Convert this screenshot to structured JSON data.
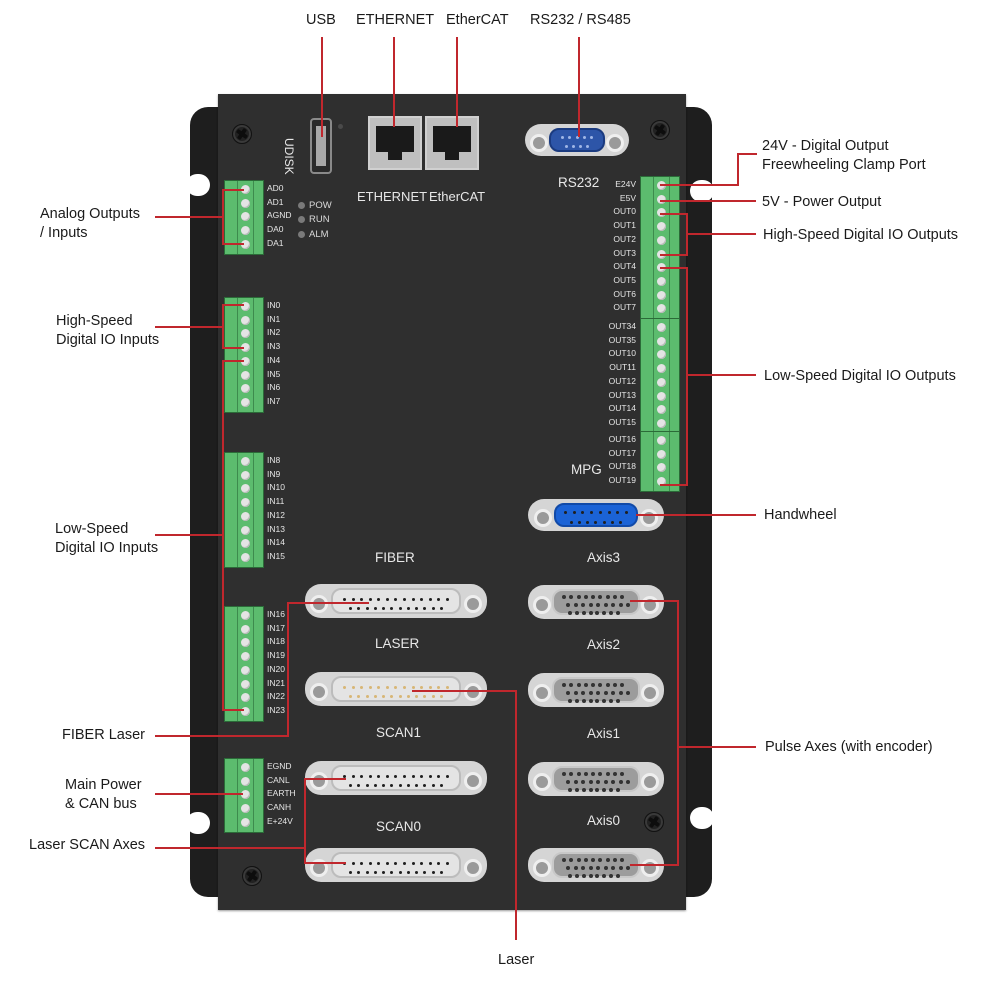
{
  "title": "Controller Interface Layout",
  "colors": {
    "panel": "#2f2f2f",
    "backplate": "#1e1e1e",
    "terminal_green": "#5cbc6e",
    "leader_line": "#c0272d",
    "rs232_blue": "#2d55a8",
    "handwheel_blue": "#1b63d6"
  },
  "top_callouts": {
    "usb": "USB",
    "ethernet": "ETHERNET",
    "ethercat": "EtherCAT",
    "rs232_485": "RS232 / RS485"
  },
  "left_callouts": {
    "analog_line1": "Analog Outputs",
    "analog_line2": "/ Inputs",
    "hs_in_line1": "High-Speed",
    "hs_in_line2": "Digital IO Inputs",
    "ls_in_line1": "Low-Speed",
    "ls_in_line2": "Digital IO Inputs",
    "fiber_laser": "FIBER Laser",
    "power_line1": "Main Power",
    "power_line2": "& CAN bus",
    "scan_axes": "Laser SCAN Axes"
  },
  "right_callouts": {
    "e24v_line1": "24V - Digital Output",
    "e24v_line2": "Freewheeling Clamp Port",
    "e5v": "5V - Power Output",
    "hs_out": "High-Speed Digital IO Outputs",
    "ls_out": "Low-Speed Digital IO Outputs",
    "handwheel": "Handwheel",
    "pulse_axes": "Pulse Axes (with encoder)"
  },
  "bottom_callouts": {
    "laser": "Laser"
  },
  "panel_labels": {
    "udisk": "UDISK",
    "ethernet": "ETHERNET",
    "ethercat": "EtherCAT",
    "rs232": "RS232",
    "mpg": "MPG",
    "fiber": "FIBER",
    "laser": "LASER",
    "scan1": "SCAN1",
    "scan0": "SCAN0",
    "axis3": "Axis3",
    "axis2": "Axis2",
    "axis1": "Axis1",
    "axis0": "Axis0"
  },
  "leds": [
    "POW",
    "RUN",
    "ALM"
  ],
  "terminals": {
    "analog": [
      "AD0",
      "AD1",
      "AGND",
      "DA0",
      "DA1"
    ],
    "inputs_0_7": [
      "IN0",
      "IN1",
      "IN2",
      "IN3",
      "IN4",
      "IN5",
      "IN6",
      "IN7"
    ],
    "inputs_8_15": [
      "IN8",
      "IN9",
      "IN10",
      "IN11",
      "IN12",
      "IN13",
      "IN14",
      "IN15"
    ],
    "inputs_16_23": [
      "IN16",
      "IN17",
      "IN18",
      "IN19",
      "IN20",
      "IN21",
      "IN22",
      "IN23"
    ],
    "power_can": [
      "EGND",
      "CANL",
      "EARTH",
      "CANH",
      "E+24V"
    ],
    "outputs_a": [
      "E24V",
      "E5V",
      "OUT0",
      "OUT1",
      "OUT2",
      "OUT3",
      "OUT4",
      "OUT5",
      "OUT6",
      "OUT7"
    ],
    "outputs_b": [
      "OUT34",
      "OUT35",
      "OUT10",
      "OUT11",
      "OUT12",
      "OUT13",
      "OUT14",
      "OUT15"
    ],
    "outputs_c": [
      "OUT16",
      "OUT17",
      "OUT18",
      "OUT19"
    ]
  }
}
